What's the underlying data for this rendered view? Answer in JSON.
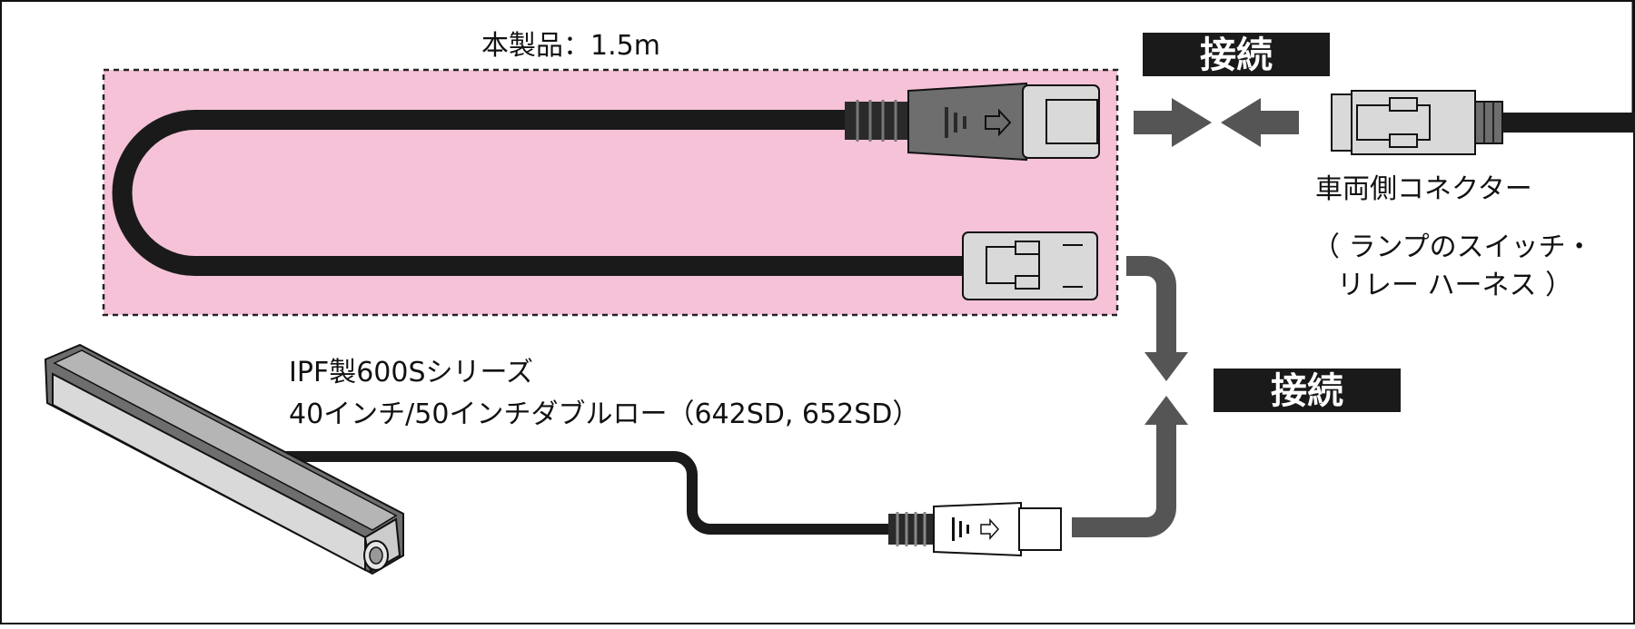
{
  "product_label": "本製品：1.5m",
  "connect_badge_top": "接続",
  "connect_badge_bottom": "接続",
  "vehicle_connector_label": "車両側コネクター",
  "vehicle_connector_note_line1": "（ ランプのスイッチ・",
  "vehicle_connector_note_line2": "リレー ハーネス ）",
  "lamp_label_line1": "IPF製600Sシリーズ",
  "lamp_label_line2": "40インチ/50インチダブルロー（642SD, 652SD）",
  "colors": {
    "product_area": "#f5c2d8",
    "cable": "#1a1a1a",
    "connector_dark": "#6e6e6e",
    "connector_light": "#d9d9d9",
    "arrow": "#555555",
    "badge": "#1a1a1a"
  }
}
